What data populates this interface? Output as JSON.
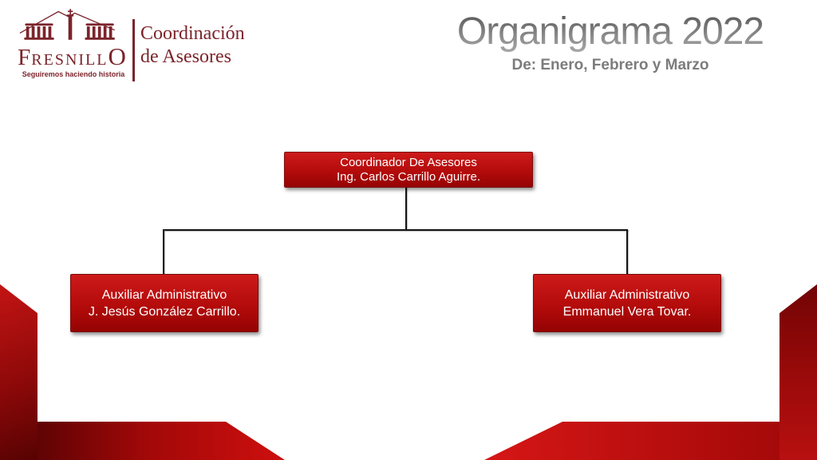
{
  "slide": {
    "logo": {
      "brand_initial": "F",
      "brand_middle": "RESNILL",
      "brand_terminal": "O",
      "tagline": "Seguiremos haciendo historia",
      "unit_line1": "Coordinación",
      "unit_line2": "de Asesores"
    },
    "title": "Organigrama 2022",
    "subtitle": "De: Enero, Febrero y Marzo",
    "org_chart": {
      "root": {
        "role": "Coordinador De Asesores",
        "name": "Ing. Carlos Carrillo Aguirre."
      },
      "children": [
        {
          "role": "Auxiliar Administrativo",
          "name": "J. Jesús González Carrillo."
        },
        {
          "role": "Auxiliar Administrativo",
          "name": "Emmanuel Vera Tovar."
        }
      ]
    },
    "colors": {
      "brand_maroon": "#7b242b",
      "box_red_top": "#cd1a1a",
      "box_red_bottom": "#950303",
      "ribbon_bright_red": "#ce0f0f",
      "ribbon_dark_red": "#570202",
      "title_gray_top": "#4f4f4f",
      "title_gray_bottom": "#a9a9a9",
      "subtitle_gray": "#7c7c7c",
      "connector_black": "#141414"
    }
  }
}
